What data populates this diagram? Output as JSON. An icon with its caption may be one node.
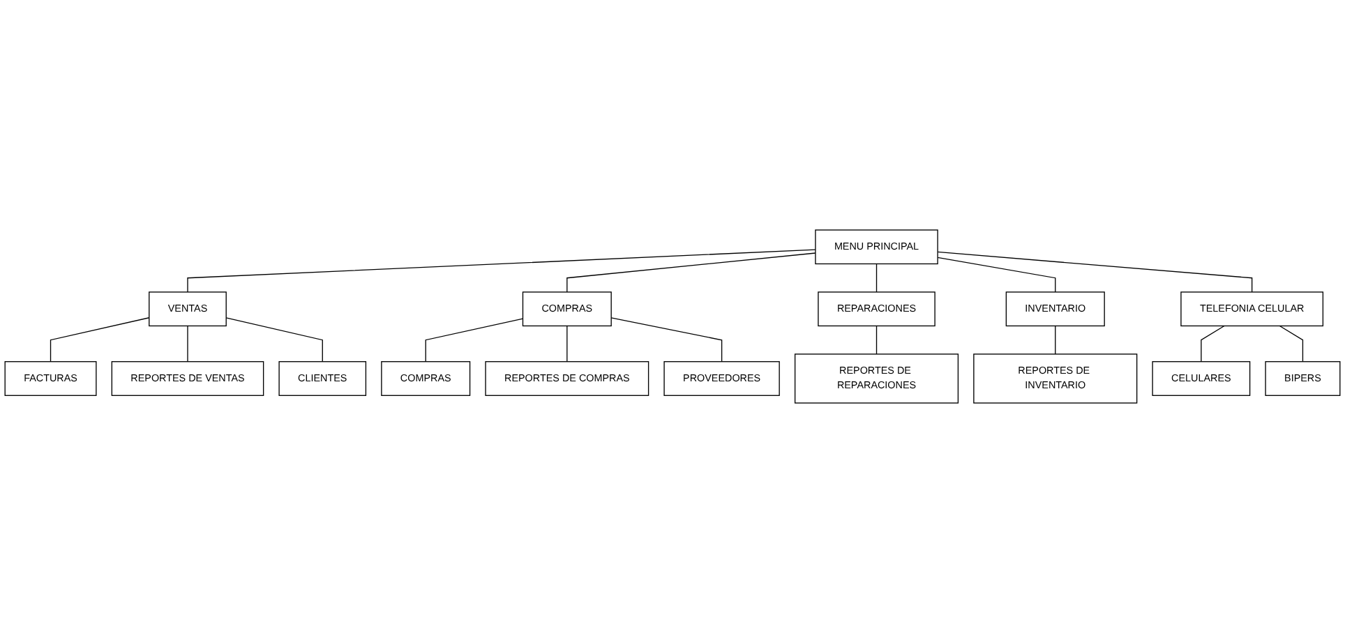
{
  "diagram": {
    "nodes": [
      {
        "text": [
          "MENU PRINCIPAL"
        ]
      },
      {
        "text": [
          "VENTAS"
        ]
      },
      {
        "text": [
          "COMPRAS"
        ]
      },
      {
        "text": [
          "REPARACIONES"
        ]
      },
      {
        "text": [
          "INVENTARIO"
        ]
      },
      {
        "text": [
          "TELEFONIA CELULAR"
        ]
      },
      {
        "text": [
          "FACTURAS"
        ]
      },
      {
        "text": [
          "CLIENTES"
        ]
      },
      {
        "text": [
          "REPORTES DE VENTAS"
        ]
      },
      {
        "text": [
          "REPORTES DE REPARACIONES"
        ]
      },
      {
        "text": [
          "CELULARES"
        ]
      },
      {
        "text": [
          "BIPERS"
        ]
      },
      {
        "text": [
          "COMPRAS"
        ]
      },
      {
        "text": [
          "PROVEEDORES"
        ]
      },
      {
        "text": [
          "REPORTES DE INVENTARIO"
        ]
      },
      {
        "text": [
          "REPORTES DE COMPRAS"
        ]
      }
    ],
    "edges": [
      {
        "from": 0,
        "to": 1,
        "arrow": "none"
      },
      {
        "from": 0,
        "to": 2,
        "arrow": "none"
      },
      {
        "from": 0,
        "to": 3,
        "arrow": "none"
      },
      {
        "from": 0,
        "to": 4,
        "arrow": "none"
      },
      {
        "from": 0,
        "to": 5,
        "arrow": "none"
      },
      {
        "from": 1,
        "to": 6,
        "arrow": "none"
      },
      {
        "from": 1,
        "to": 8,
        "arrow": "none"
      },
      {
        "from": 1,
        "to": 7,
        "arrow": "none"
      },
      {
        "from": 2,
        "to": 12,
        "arrow": "none"
      },
      {
        "from": 2,
        "to": 15,
        "arrow": "none"
      },
      {
        "from": 2,
        "to": 13,
        "arrow": "none"
      },
      {
        "from": 3,
        "to": 9,
        "arrow": "none"
      },
      {
        "from": 4,
        "to": 14,
        "arrow": "none"
      },
      {
        "from": 5,
        "to": 10,
        "arrow": "none"
      },
      {
        "from": 5,
        "to": 11,
        "arrow": "none"
      }
    ]
  }
}
